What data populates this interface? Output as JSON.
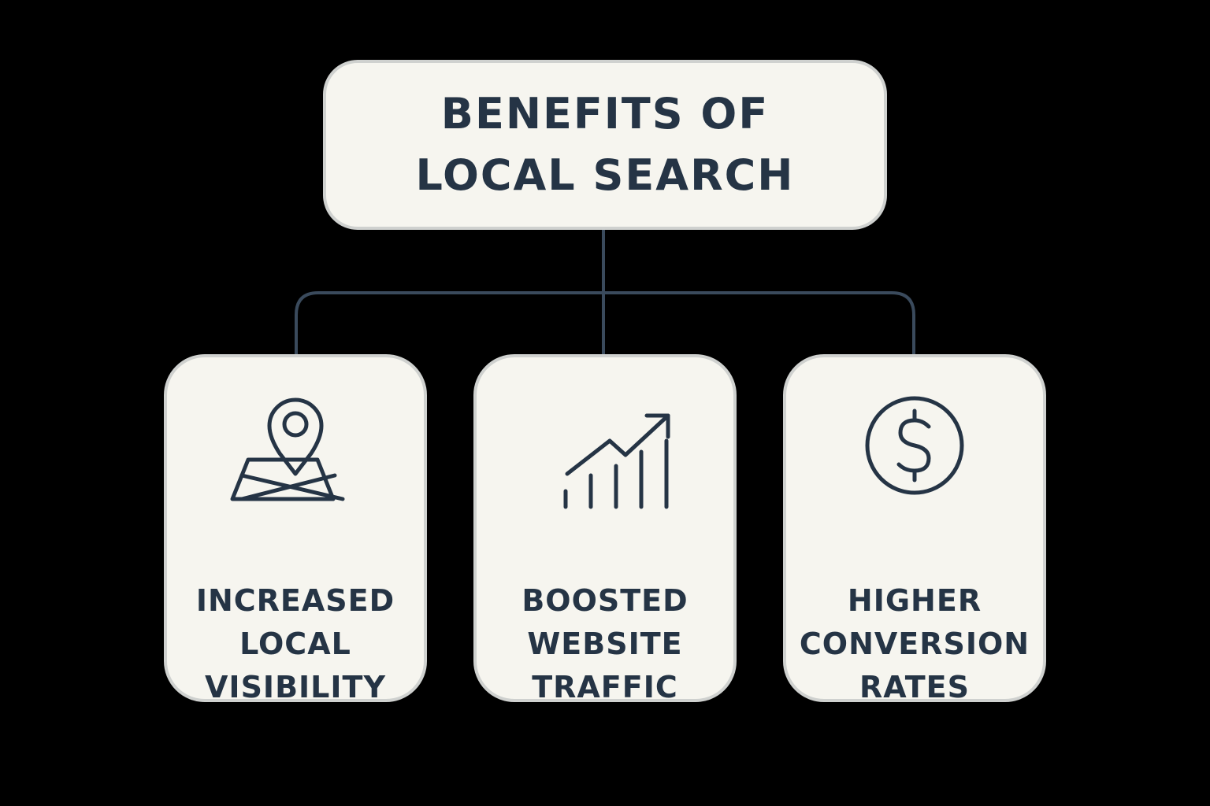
{
  "title": "BENEFITS OF\nLOCAL SEARCH",
  "colors": {
    "background": "#000000",
    "box_fill": "#f6f5ef",
    "box_border": "#cfd1cf",
    "ink": "#253445",
    "connector": "#3a4a5c"
  },
  "benefits": [
    {
      "label": "INCREASED\nLOCAL\nVISIBILITY",
      "icon": "map-pin-icon"
    },
    {
      "label": "BOOSTED\nWEBSITE\nTRAFFIC",
      "icon": "growth-chart-icon"
    },
    {
      "label": "HIGHER\nCONVERSION\nRATES",
      "icon": "dollar-coin-icon"
    }
  ]
}
